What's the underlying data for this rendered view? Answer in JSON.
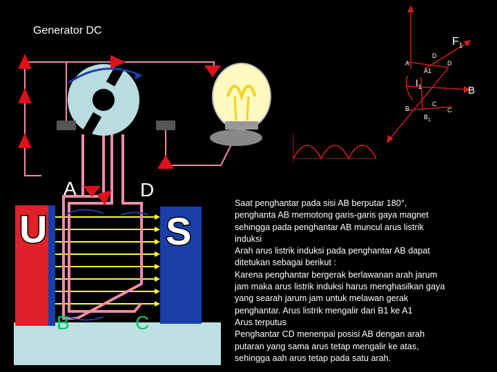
{
  "title": "Generator DC",
  "loop_labels": {
    "a": "A",
    "d": "D",
    "b": "B",
    "c": "C"
  },
  "magnet_labels": {
    "north": "U",
    "south": "S"
  },
  "vector_labels": {
    "f1": "F",
    "f1_sub": "1",
    "b": "B",
    "i1": "I",
    "i1_sub": "1"
  },
  "small_labels": {
    "d_top": "D",
    "a": "A",
    "a1": "A1",
    "d1": "D",
    "c_mid": "C",
    "b_lower": "B",
    "b1": "B",
    "b1_sub": "1",
    "c_lower": "C"
  },
  "explanation_lines": [
    "Saat penghantar pada sisi AB berputar 180°,",
    "penghanta AB memotong garis-garis gaya magnet",
    "sehingga pada penghantar AB muncul arus listrik",
    "induksi",
    "Arah arus listrik induksi pada penghantar AB dapat",
    "ditetukan sebagai berikut :",
    "Karena penghantar bergerak berlawanan arah jarum",
    "jam maka arus listrik induksi harus menghasilkan gaya",
    "yang searah jarum jam untuk melawan gerak",
    "penghantar. Arus listrik mengalir dari B1 ke A1",
    "Arus terputus",
    "Penghantar CD menenpai posisi AB dengan arah",
    "putaran yang sama arus tetap mengalir ke atas,",
    "sehingga aah arus tetap pada satu arah."
  ],
  "colors": {
    "magnet_red": "#e0202a",
    "magnet_blue": "#1a3ea8",
    "wire_pink": "#f08ca8",
    "arrow_red": "#e0101a",
    "lamp_yellow": "#f5d21a",
    "commutator": "#b8dce0",
    "field_yellow": "#ffff33",
    "waveform_line": "#e02020",
    "vector_line": "#cc2020",
    "field_label_green": "#00cc66",
    "base_cyan": "#bfe0e2"
  }
}
